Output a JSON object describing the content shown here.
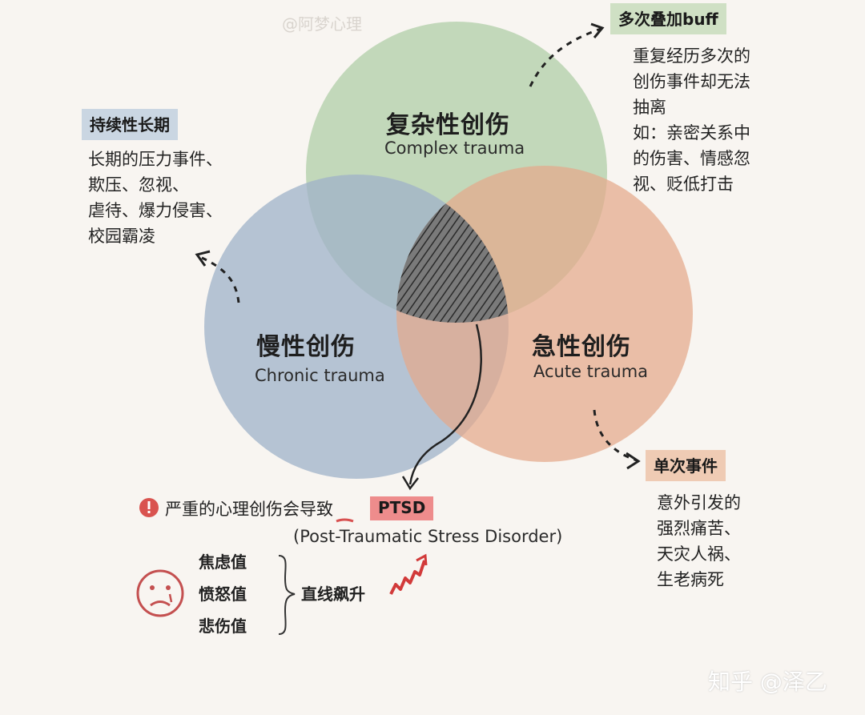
{
  "watermark_top": "@阿梦心理",
  "watermark_bottom": "知乎 @泽乙",
  "circles": {
    "complex": {
      "title": "复杂性创伤",
      "subtitle": "Complex trauma",
      "color": "#b9d2b0"
    },
    "chronic": {
      "title": "慢性创伤",
      "subtitle": "Chronic trauma",
      "color": "#aebed0"
    },
    "acute": {
      "title": "急性创伤",
      "subtitle": "Acute trauma",
      "color": "#e8b599"
    }
  },
  "notes": {
    "complex": {
      "tag": "多次叠加buff",
      "lines": [
        "重复经历多次的",
        "创伤事件却无法",
        "抽离",
        "如：亲密关系中",
        "的伤害、情感忽",
        "视、贬低打击"
      ]
    },
    "chronic": {
      "tag": "持续性长期",
      "lines": [
        "长期的压力事件、",
        "欺压、忽视、",
        "虐待、爆力侵害、",
        "校园霸凌"
      ]
    },
    "acute": {
      "tag": "单次事件",
      "lines": [
        "意外引发的",
        "强烈痛苦、",
        "天灾人祸、",
        "生老病死"
      ]
    }
  },
  "ptsd": {
    "warning": "严重的心理创伤会导致",
    "badge": "PTSD",
    "full_name": "(Post-Traumatic Stress Disorder)",
    "emotions": [
      "焦虑值",
      "愤怒值",
      "悲伤值"
    ],
    "trend": "直线飙升"
  },
  "icons": {
    "warning": "exclamation-circle-icon",
    "sad_face": "sad-face-icon",
    "zigzag_arrow": "zigzag-up-arrow-icon"
  }
}
